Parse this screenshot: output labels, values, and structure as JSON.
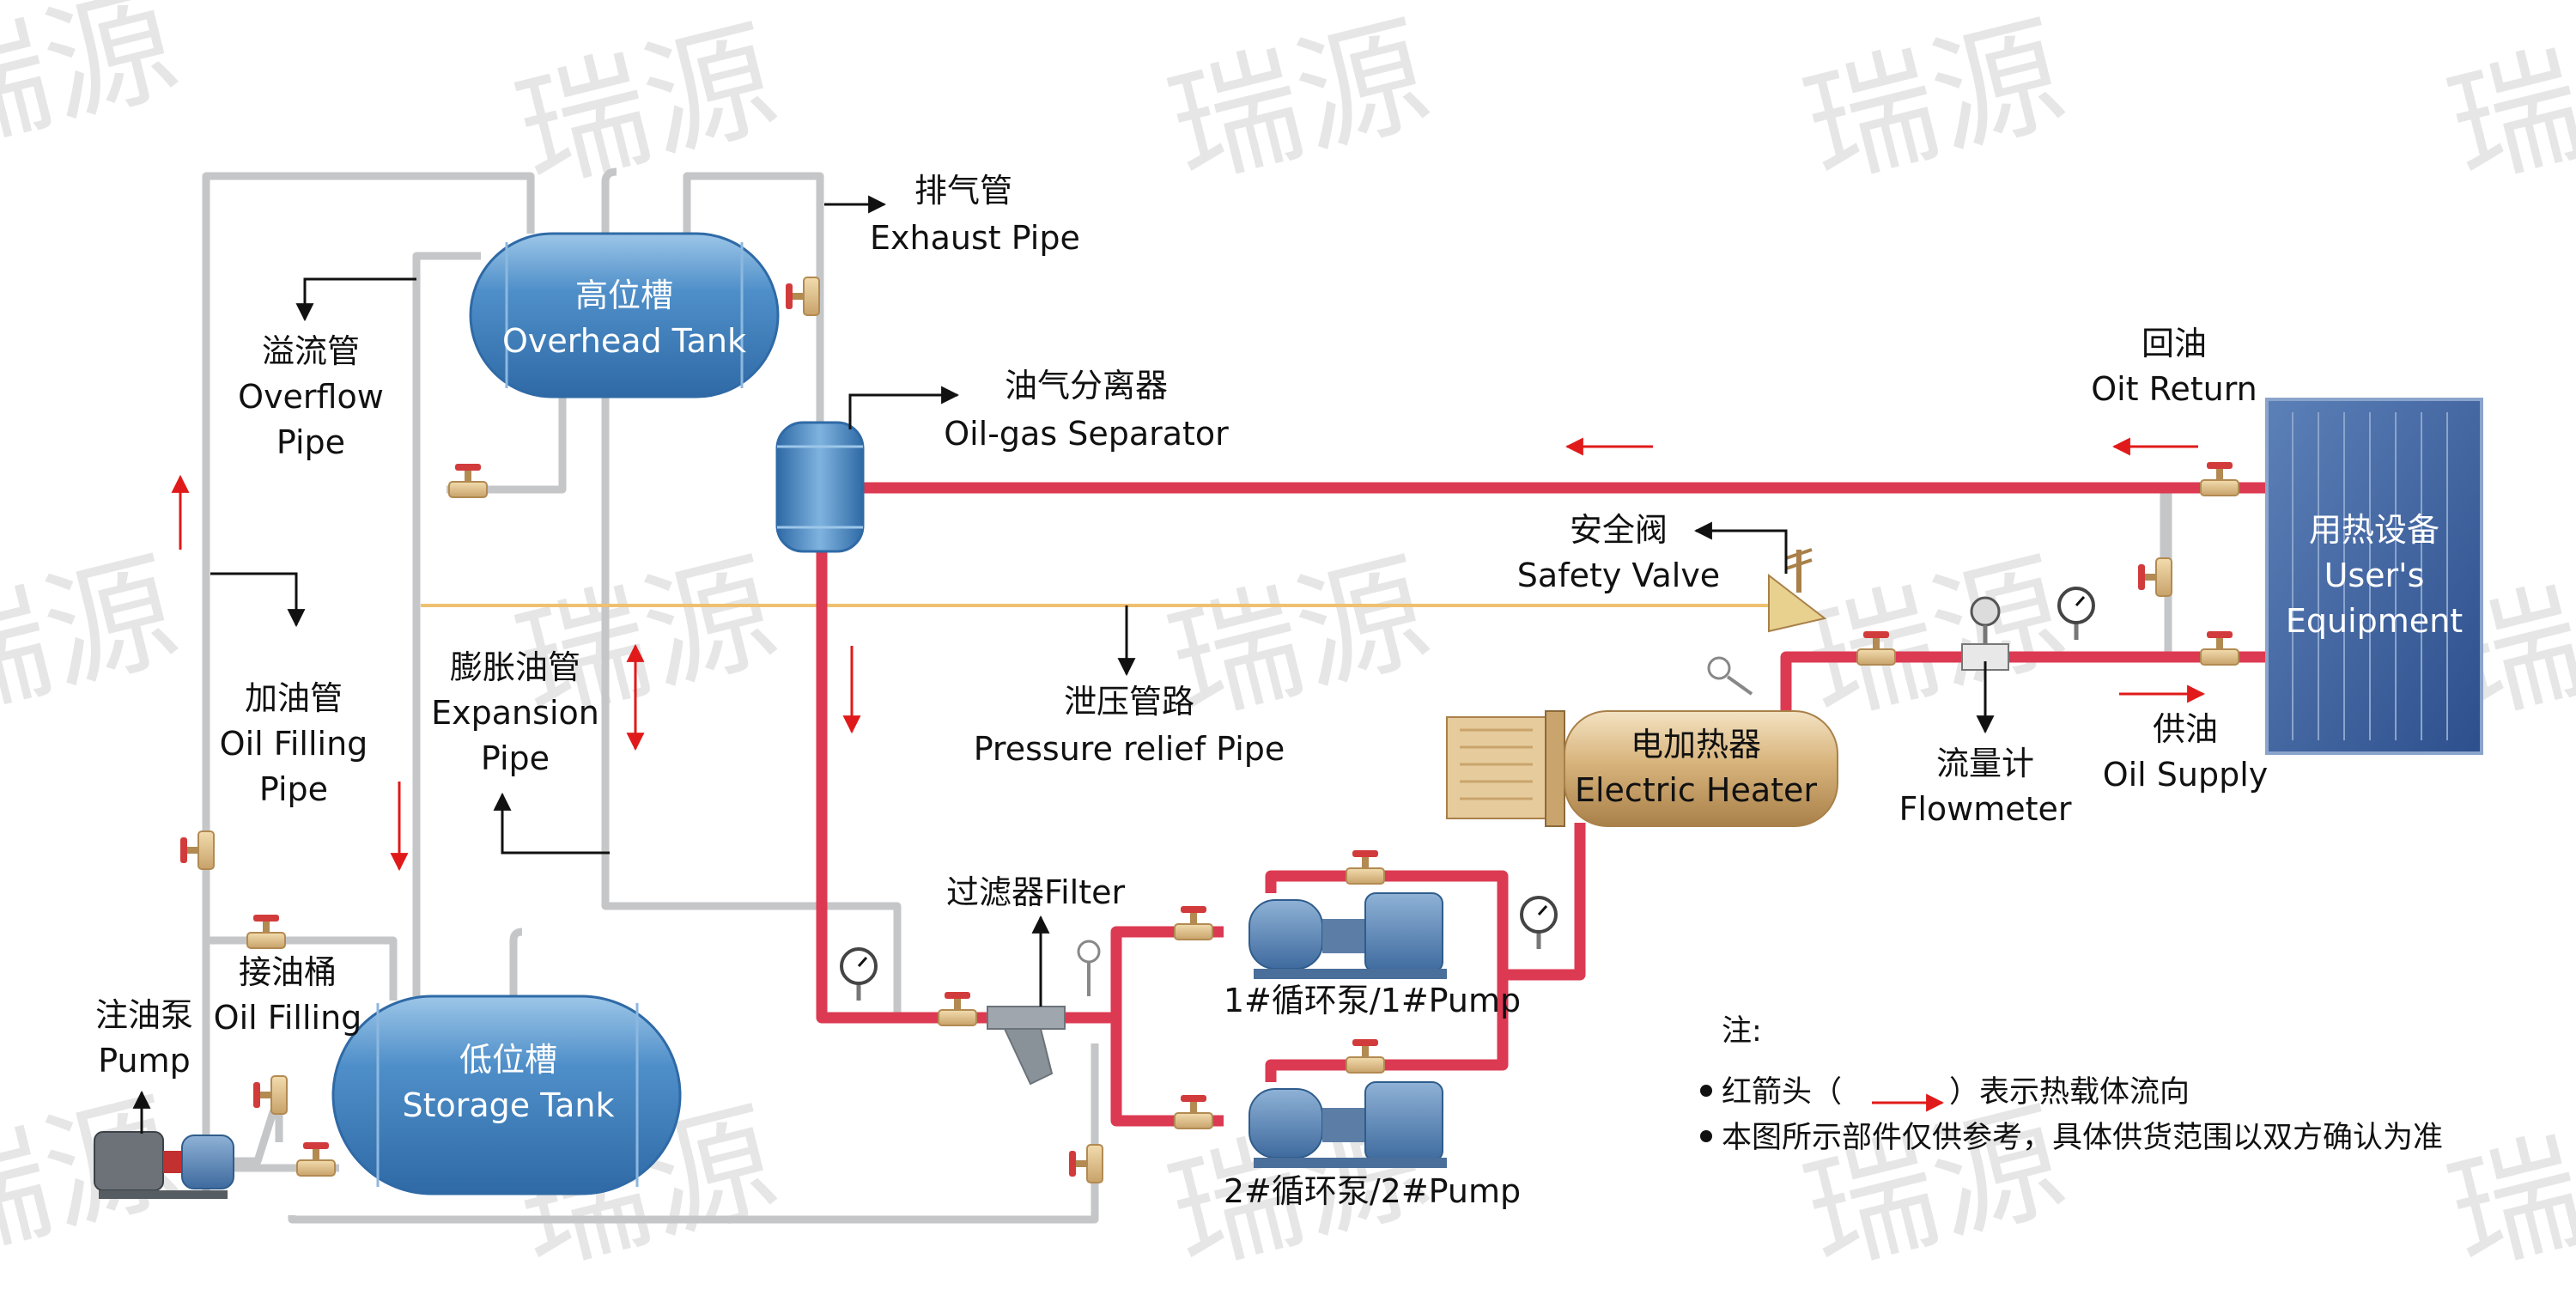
{
  "watermark": "瑞源",
  "components": {
    "overhead_tank": {
      "cn": "高位槽",
      "en": "Overhead Tank"
    },
    "storage_tank": {
      "cn": "低位槽",
      "en": "Storage Tank"
    },
    "separator": {
      "cn": "油气分离器",
      "en": "Oil-gas Separator"
    },
    "electric_heater": {
      "cn": "电加热器",
      "en": "Electric Heater"
    },
    "user_equipment": {
      "cn": "用热设备",
      "en1": "User's",
      "en2": "Equipment"
    },
    "pump1": "1#循环泵/1#Pump",
    "pump2": "2#循环泵/2#Pump",
    "filling_pump": {
      "cn": "注油泵",
      "en": "Pump"
    }
  },
  "labels": {
    "exhaust_pipe": {
      "cn": "排气管",
      "en": "Exhaust Pipe"
    },
    "overflow_pipe": {
      "cn": "溢流管",
      "en1": "Overflow",
      "en2": "Pipe"
    },
    "oil_filling_pipe": {
      "cn": "加油管",
      "en1": "Oil Filling",
      "en2": "Pipe"
    },
    "expansion_pipe": {
      "cn": "膨胀油管",
      "en1": "Expansion",
      "en2": "Pipe"
    },
    "pressure_relief": {
      "cn": "泄压管路",
      "en": "Pressure relief Pipe"
    },
    "safety_valve": {
      "cn": "安全阀",
      "en": "Safety Valve"
    },
    "flowmeter": {
      "cn": "流量计",
      "en": "Flowmeter"
    },
    "oil_return": {
      "cn": "回油",
      "en": "Oit Return"
    },
    "oil_supply": {
      "cn": "供油",
      "en": "Oil Supply"
    },
    "filter": "过滤器Filter",
    "oil_filling_bucket": {
      "cn": "接油桶",
      "en": "Oil Filling"
    }
  },
  "notes": {
    "title": "注:",
    "line1_prefix": "红箭头（",
    "line1_suffix": "）表示热载体流向",
    "line2": "本图所示部件仅供参考，具体供货范围以双方确认为准"
  },
  "colors": {
    "hot_pipe": "#dc3a52",
    "aux_pipe": "#c4c6c8",
    "relief_pipe": "#efc070",
    "tank_blue": "#4a86c0",
    "heater_tan": "#c9a46c",
    "flow_arrow": "#e01a1a"
  }
}
